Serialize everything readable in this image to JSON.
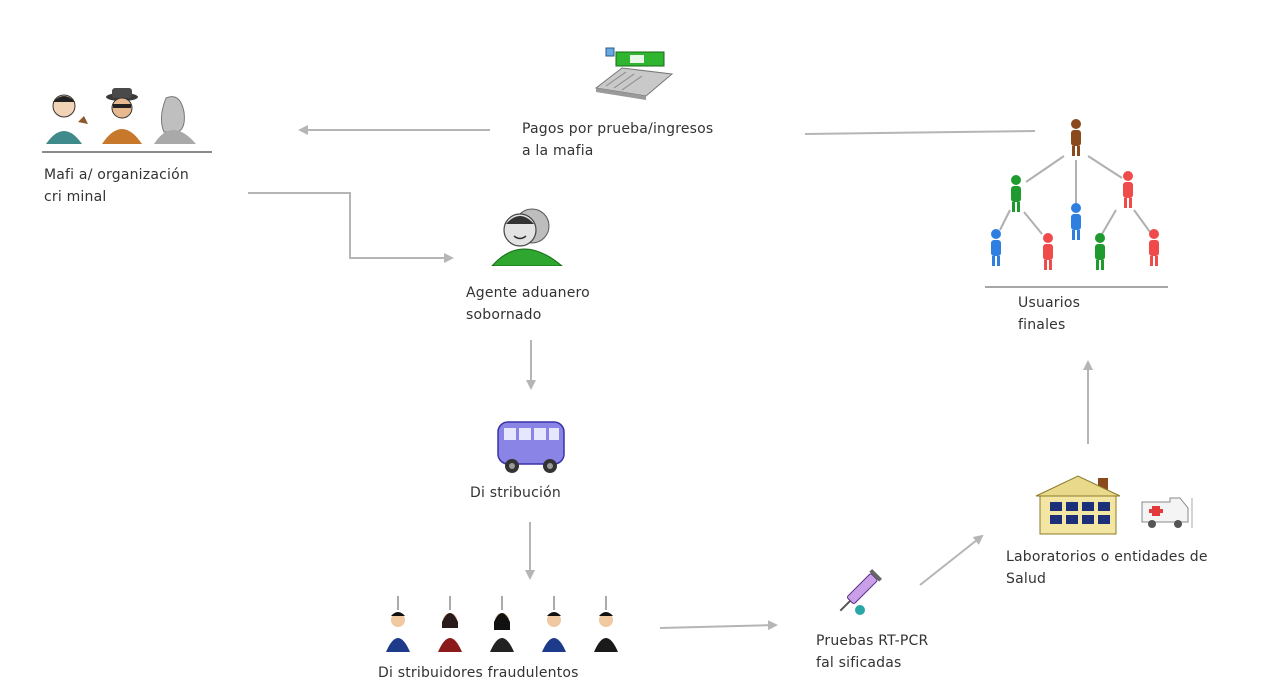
{
  "diagram": {
    "nodes": {
      "mafia": {
        "label": "Mafi a/ organización\ncri minal",
        "icon": "criminals-group-icon"
      },
      "payments": {
        "label": "Pagos por prueba/ingresos\na la mafia",
        "icon": "money-tray-icon"
      },
      "customs_agent": {
        "label": "Agente aduanero\nsobornado",
        "icon": "bribed-agent-icon"
      },
      "distribution": {
        "label": "Di stribución",
        "icon": "van-icon"
      },
      "distributors": {
        "label": "Di stribuidores fraudulentos",
        "icon": "distributors-people-icon"
      },
      "tests": {
        "label": "Pruebas RT-PCR\nfal sificadas",
        "icon": "syringe-icon"
      },
      "labs": {
        "label": "Laboratorios o entidades de\nSalud",
        "icon": "health-building-icon"
      },
      "users": {
        "label": "Usuarios\nfinales",
        "icon": "user-network-icon"
      }
    },
    "colors": {
      "arrow": "#b5b5b5",
      "blue_person": "#2f7fe0",
      "green_person": "#1f9a2e",
      "red_person": "#ef4b4b",
      "brown_person": "#8b4a1e",
      "van": "#8a84e6",
      "building": "#e9d98a"
    }
  }
}
